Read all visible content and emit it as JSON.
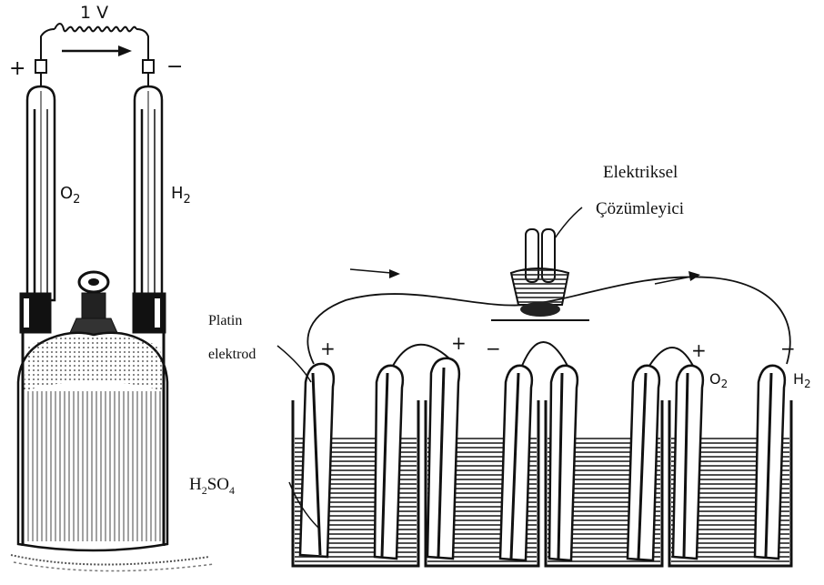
{
  "left_apparatus": {
    "voltage_label": "1 V",
    "plus_sign": "+",
    "minus_sign": "−",
    "left_tube_gas": "O",
    "left_tube_gas_sub": "2",
    "right_tube_gas": "H",
    "right_tube_gas_sub": "2"
  },
  "labels": {
    "platin_line1": "Platin",
    "platin_line2": "elektrod",
    "acid_h": "H",
    "acid_sub2": "2",
    "acid_so": "SO",
    "acid_sub4": "4",
    "analyzer_line1": "Elektriksel",
    "analyzer_line2": "Çözümleyici"
  },
  "cells": {
    "pole_signs": [
      "+",
      "+",
      "−",
      "+",
      "−"
    ],
    "o2_gas": "O",
    "o2_sub": "2",
    "h2_gas": "H",
    "h2_sub": "2"
  },
  "colors": {
    "ink": "#111111",
    "paper": "#ffffff"
  }
}
